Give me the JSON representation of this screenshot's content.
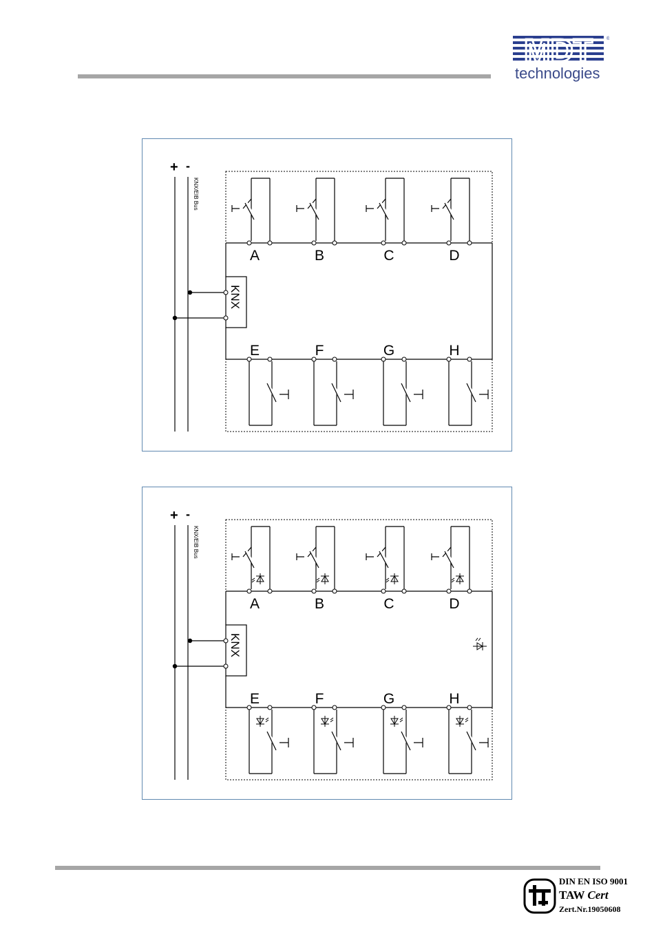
{
  "header": {
    "logo_text": "MDT",
    "logo_sub": "technologies",
    "logo_color": "#2b3f8f"
  },
  "diagrams": [
    {
      "plus": "+",
      "minus": "-",
      "bus_label": "KNX/EIB Bus",
      "device_label": "KNX",
      "top_channels": [
        "A",
        "B",
        "C",
        "D"
      ],
      "bottom_channels": [
        "E",
        "F",
        "G",
        "H"
      ],
      "with_leds": false
    },
    {
      "plus": "+",
      "minus": "-",
      "bus_label": "KNX/EIB Bus",
      "device_label": "KNX",
      "top_channels": [
        "A",
        "B",
        "C",
        "D"
      ],
      "bottom_channels": [
        "E",
        "F",
        "G",
        "H"
      ],
      "with_leds": true
    }
  ],
  "footer": {
    "cert_line1": "DIN EN ISO 9001",
    "cert_line2_a": "TAW",
    "cert_line2_b": "Cert",
    "cert_line3": "Zert.Nr.19050608"
  },
  "colors": {
    "frame_border": "#5f88b0",
    "rule_gray": "#a6a6a6",
    "line": "#000000"
  }
}
